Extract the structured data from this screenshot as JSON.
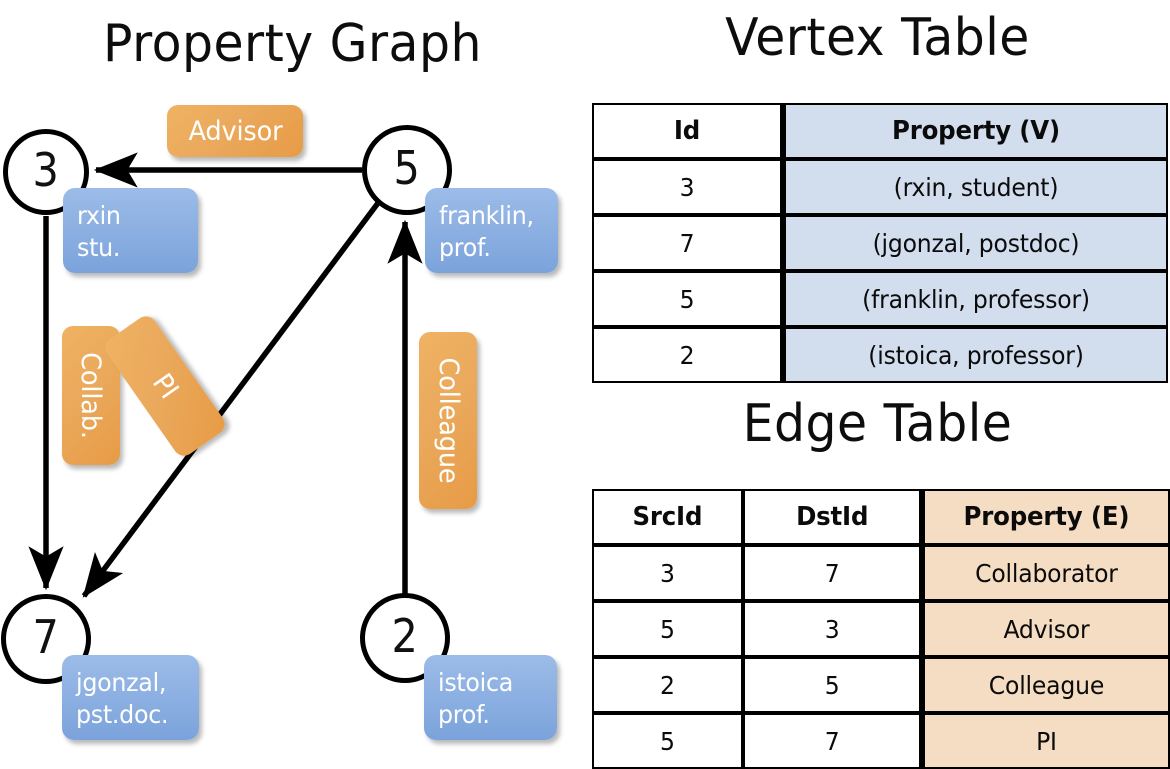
{
  "titles": {
    "property_graph": "Property Graph",
    "vertex_table": "Vertex Table",
    "edge_table": "Edge Table"
  },
  "colors": {
    "vertex_property_fill": "#d2ddee",
    "edge_property_fill": "#f5ddc3",
    "node_property_bubble": "#8fb2e3",
    "edge_label_bubble": "#eaa95c",
    "stroke": "#000000",
    "background": "#ffffff"
  },
  "graph": {
    "nodes": [
      {
        "id": "3",
        "property_line1": "rxin",
        "property_line2": "stu."
      },
      {
        "id": "5",
        "property_line1": "franklin,",
        "property_line2": "prof."
      },
      {
        "id": "7",
        "property_line1": "jgonzal,",
        "property_line2": "pst.doc."
      },
      {
        "id": "2",
        "property_line1": "istoica",
        "property_line2": "prof."
      }
    ],
    "edge_labels": [
      {
        "name": "advisor",
        "text": "Advisor",
        "from": "5",
        "to": "3"
      },
      {
        "name": "collab",
        "text": "Collab.",
        "from": "3",
        "to": "7"
      },
      {
        "name": "pi",
        "text": "PI",
        "from": "5",
        "to": "7"
      },
      {
        "name": "colleague",
        "text": "Colleague",
        "from": "2",
        "to": "5"
      }
    ]
  },
  "vertex_table": {
    "headers": [
      "Id",
      "Property (V)"
    ],
    "rows": [
      {
        "id": "3",
        "property": "(rxin, student)"
      },
      {
        "id": "7",
        "property": "(jgonzal, postdoc)"
      },
      {
        "id": "5",
        "property": "(franklin, professor)"
      },
      {
        "id": "2",
        "property": "(istoica, professor)"
      }
    ]
  },
  "edge_table": {
    "headers": [
      "SrcId",
      "DstId",
      "Property (E)"
    ],
    "rows": [
      {
        "src": "3",
        "dst": "7",
        "property": "Collaborator"
      },
      {
        "src": "5",
        "dst": "3",
        "property": "Advisor"
      },
      {
        "src": "2",
        "dst": "5",
        "property": "Colleague"
      },
      {
        "src": "5",
        "dst": "7",
        "property": "PI"
      }
    ]
  }
}
